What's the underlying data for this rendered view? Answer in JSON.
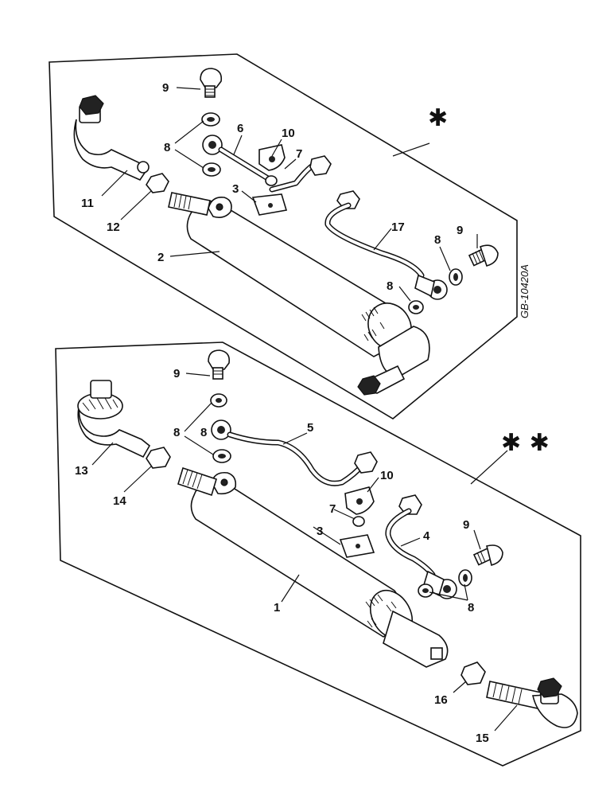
{
  "figure": {
    "reference_code": "GB-10420A",
    "upper_assembly": {
      "marker": "✱",
      "callouts": [
        "9",
        "8",
        "6",
        "10",
        "7",
        "11",
        "12",
        "3",
        "2",
        "17",
        "8",
        "9",
        "8"
      ]
    },
    "lower_assembly": {
      "marker": "✱ ✱",
      "callouts": [
        "9",
        "8",
        "8",
        "5",
        "10",
        "13",
        "14",
        "7",
        "3",
        "4",
        "9",
        "1",
        "8",
        "16",
        "15"
      ]
    }
  }
}
